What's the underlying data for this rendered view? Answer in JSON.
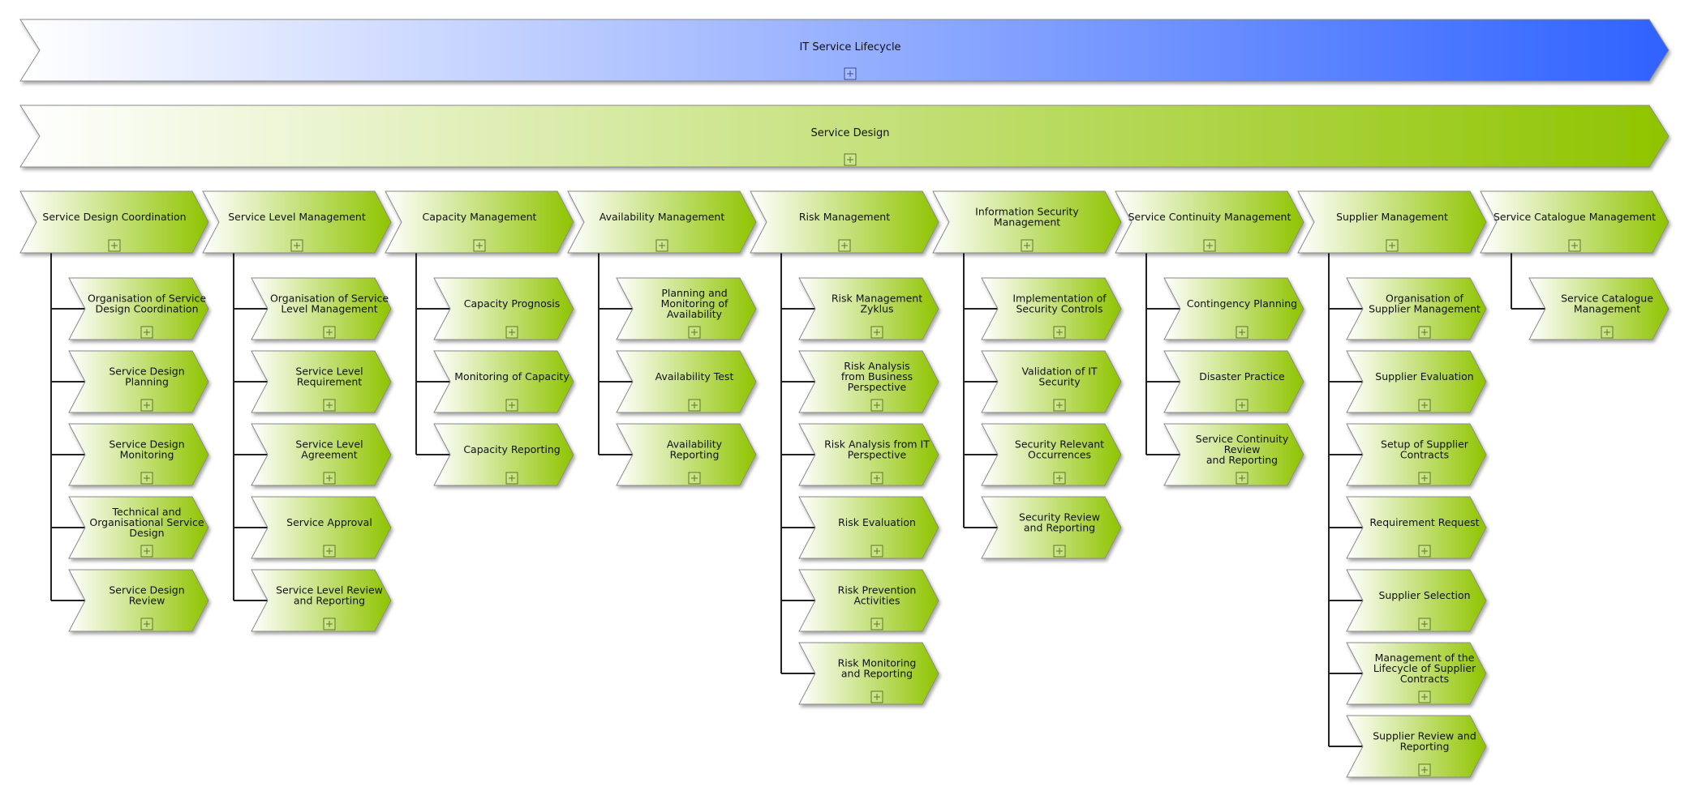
{
  "lifecycle": {
    "label": "IT Service Lifecycle"
  },
  "stage": {
    "label": "Service Design"
  },
  "processes": [
    {
      "label": "Service Design Coordination",
      "children": [
        "Organisation of Service\nDesign Coordination",
        "Service Design\nPlanning",
        "Service Design\nMonitoring",
        "Technical and\nOrganisational Service\nDesign",
        "Service Design\nReview"
      ]
    },
    {
      "label": "Service Level Management",
      "children": [
        "Organisation of Service\nLevel Management",
        "Service Level\nRequirement",
        "Service Level\nAgreement",
        "Service Approval",
        "Service Level Review\nand Reporting"
      ]
    },
    {
      "label": "Capacity Management",
      "children": [
        "Capacity Prognosis",
        "Monitoring of Capacity",
        "Capacity Reporting"
      ]
    },
    {
      "label": "Availability Management",
      "children": [
        "Planning and\nMonitoring of\nAvailability",
        "Availability Test",
        "Availability\nReporting"
      ]
    },
    {
      "label": "Risk Management",
      "children": [
        "Risk Management\nZyklus",
        "Risk Analysis\nfrom Business\nPerspective",
        "Risk Analysis from IT\nPerspective",
        "Risk Evaluation",
        "Risk Prevention\nActivities",
        "Risk Monitoring\nand Reporting"
      ]
    },
    {
      "label": "Information Security\nManagement",
      "children": [
        "Implementation of\nSecurity Controls",
        "Validation of IT\nSecurity",
        "Security Relevant\nOccurrences",
        "Security Review\nand Reporting"
      ]
    },
    {
      "label": "Service Continuity Management",
      "children": [
        "Contingency Planning",
        "Disaster Practice",
        "Service Continuity\nReview\nand Reporting"
      ]
    },
    {
      "label": "Supplier Management",
      "children": [
        "Organisation of\nSupplier Management",
        "Supplier Evaluation",
        "Setup of Supplier\nContracts",
        "Requirement Request",
        "Supplier Selection",
        "Management of the\nLifecycle of Supplier\nContracts",
        "Supplier Review and\nReporting"
      ]
    },
    {
      "label": "Service Catalogue Management",
      "children": [
        "Service Catalogue\nManagement"
      ]
    }
  ],
  "colors": {
    "blue_start": "#ffffff",
    "blue_end": "#2f62ff",
    "green_start": "#ffffff",
    "green_end": "#8fc400",
    "border": "#8a8a8a"
  },
  "icons": {
    "expander": "plus-box-icon"
  }
}
